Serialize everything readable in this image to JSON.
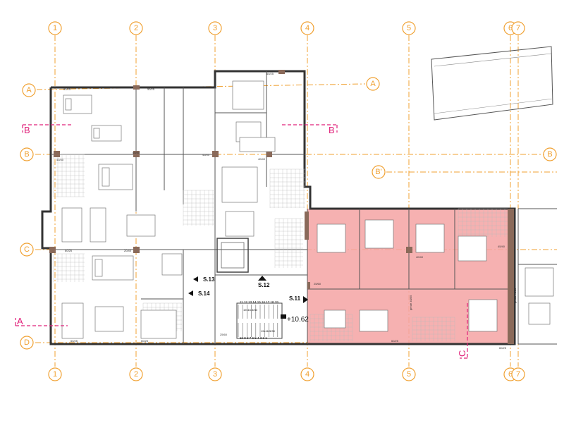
{
  "grid": {
    "columns": [
      "1",
      "2",
      "3",
      "4",
      "5",
      "6",
      "7"
    ],
    "rows": [
      "A",
      "B",
      "B'",
      "C",
      "D"
    ]
  },
  "sections": [
    {
      "id": "B",
      "label": "B"
    },
    {
      "id": "A",
      "label": "A"
    },
    {
      "id": "C",
      "label": "C"
    }
  ],
  "stair_labels": {
    "s11": "S.11",
    "s12": "S.12",
    "s13": "S.13",
    "s14": "S.14"
  },
  "elevation": "+10.62",
  "stair_steps_top": "11 12 13 14 15 16 17 18 19",
  "stair_steps_bottom": "10 9 8 7 6 5 4 3 2 1",
  "stair_note_top": "19x16.5/30",
  "stair_note_bottom": "19x16.5/30",
  "wall_tags": {
    "t1": "60/25",
    "t2": "50/25",
    "t3": "60/25",
    "t4": "60/40",
    "t5": "45/40",
    "t6": "40/40",
    "t7": "40/40",
    "t8": "60/25",
    "t9": "25/60",
    "t10": "20/40",
    "t11": "40/40",
    "t12": "45/40",
    "t13": "60/25",
    "t14": "60/25",
    "t15": "25/60",
    "t16": "60/25",
    "t17": "60/25"
  },
  "beam_labels": {
    "b1": "grede 40/55",
    "b2": "grede 40/25"
  },
  "colors": {
    "axis": "#f0a030",
    "section": "#e0207a",
    "highlight": "#f4a3a3"
  }
}
